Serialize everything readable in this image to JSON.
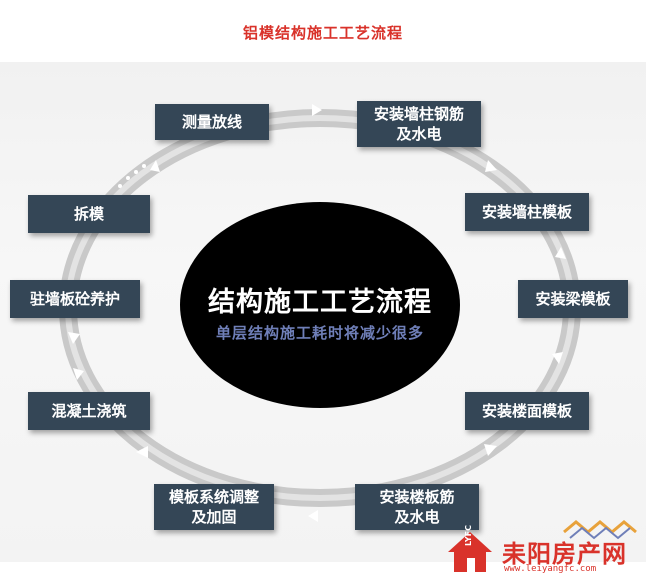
{
  "title": "铝模结构施工工艺流程",
  "center": {
    "main": "结构施工工艺流程",
    "sub": "单层结构施工耗时将减少很多"
  },
  "steps": [
    {
      "lines": [
        "测量放线"
      ]
    },
    {
      "lines": [
        "安装墙柱钢筋",
        "及水电"
      ]
    },
    {
      "lines": [
        "安装墙柱模板"
      ]
    },
    {
      "lines": [
        "安装梁模板"
      ]
    },
    {
      "lines": [
        "安装楼面模板"
      ]
    },
    {
      "lines": [
        "安装楼板筋",
        "及水电"
      ]
    },
    {
      "lines": [
        "模板系统调整",
        "及加固"
      ]
    },
    {
      "lines": [
        "混凝土浇筑"
      ]
    },
    {
      "lines": [
        "驻墙板砼养护"
      ]
    },
    {
      "lines": [
        "拆模"
      ]
    }
  ],
  "watermark": {
    "name": "耒阳房产网",
    "url": "www.leiyangfc.com",
    "badge": "LYFC"
  },
  "colors": {
    "title": "#d9322a",
    "node": "#344656",
    "ring": "#c9c9c9",
    "arrow": "#ffffff",
    "center": "#000000",
    "subtitle": "#6f7fb8"
  }
}
